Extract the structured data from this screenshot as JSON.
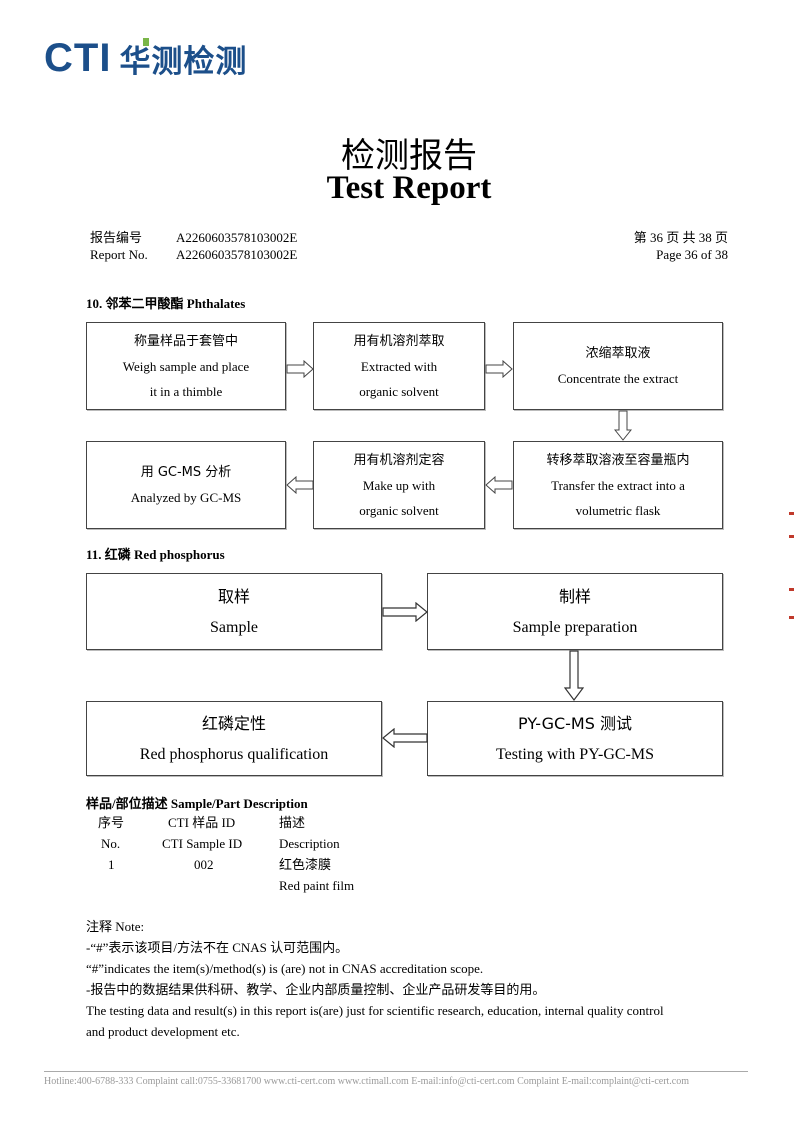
{
  "logo": {
    "latin": "CTI",
    "chinese": "华测检测"
  },
  "title": {
    "cn": "检测报告",
    "en": "Test Report"
  },
  "report": {
    "no_label_cn": "报告编号",
    "no_label_en": "Report No.",
    "no_value": "A2260603578103002E",
    "page_cn": "第 36 页 共 38 页",
    "page_en": "Page 36 of 38"
  },
  "section10": {
    "title": "10.  邻苯二甲酸酯 Phthalates",
    "steps": [
      {
        "cn": "称量样品于套管中",
        "en1": "Weigh sample and place",
        "en2": "it in a thimble"
      },
      {
        "cn": "用有机溶剂萃取",
        "en1": "Extracted with",
        "en2": "organic solvent"
      },
      {
        "cn": "浓缩萃取液",
        "en1": "Concentrate the extract",
        "en2": ""
      },
      {
        "cn": "转移萃取溶液至容量瓶内",
        "en1": "Transfer the extract into a",
        "en2": "volumetric flask"
      },
      {
        "cn": "用有机溶剂定容",
        "en1": "Make up with",
        "en2": "organic solvent"
      },
      {
        "cn": "用 GC-MS 分析",
        "en1": "Analyzed by GC-MS",
        "en2": ""
      }
    ]
  },
  "section11": {
    "title": "11.  红磷 Red phosphorus",
    "steps": [
      {
        "cn": "取样",
        "en": "Sample"
      },
      {
        "cn": "制样",
        "en": "Sample preparation"
      },
      {
        "cn": "PY-GC-MS 测试",
        "en": "Testing with PY-GC-MS"
      },
      {
        "cn": "红磷定性",
        "en": "Red phosphorus qualification"
      }
    ]
  },
  "sample": {
    "title": "样品/部位描述 Sample/Part Description",
    "headers": {
      "no_cn": "序号",
      "no_en": "No.",
      "id_cn": "CTI 样品 ID",
      "id_en": "CTI Sample ID",
      "desc_cn": "描述",
      "desc_en": "Description"
    },
    "rows": [
      {
        "no": "1",
        "id": "002",
        "desc_cn": "红色漆膜",
        "desc_en": "Red paint film"
      }
    ]
  },
  "notes": {
    "title": "注释 Note:",
    "line1": "-“#”表示该项目/方法不在 CNAS 认可范围内。",
    "line2": "“#”indicates the item(s)/method(s) is (are) not in CNAS accreditation scope.",
    "line3": "-报告中的数据结果供科研、教学、企业内部质量控制、企业产品研发等目的用。",
    "line4": "The testing data and result(s) in this report is(are) just for scientific research, education, internal quality control",
    "line5": "and product development etc."
  },
  "footer": "Hotline:400-6788-333   Complaint call:0755-33681700   www.cti-cert.com   www.ctimall.com   E-mail:info@cti-cert.com   Complaint E-mail:complaint@cti-cert.com",
  "colors": {
    "logo_blue": "#1c4f8a",
    "logo_green": "#7ab648"
  }
}
